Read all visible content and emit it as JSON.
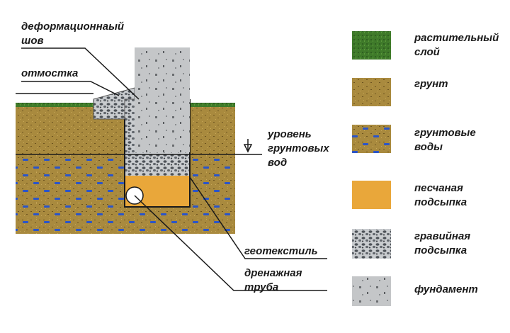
{
  "diagram_labels": {
    "expansion_joint": [
      "деформационнаый",
      "шов"
    ],
    "blind_area": [
      "отмостка"
    ],
    "groundwater_level": [
      "уровень",
      "грунтовых",
      "вод"
    ],
    "geotextile": [
      "геотекстиль"
    ],
    "drain_pipe": [
      "дренажная",
      "труба"
    ]
  },
  "legend": [
    {
      "key": "vegetation",
      "label": [
        "растительный",
        "слой"
      ]
    },
    {
      "key": "soil",
      "label": [
        "грунт"
      ]
    },
    {
      "key": "groundwater_soil",
      "label": [
        "грунтовые",
        "воды"
      ]
    },
    {
      "key": "sand",
      "label": [
        "песчаная",
        "подсыпка"
      ]
    },
    {
      "key": "gravel",
      "label": [
        "гравийная",
        "подсыпка"
      ]
    },
    {
      "key": "foundation",
      "label": [
        "фундамент"
      ]
    }
  ],
  "colors": {
    "vegetation": "#3f7a2a",
    "soil": "#a98a3e",
    "soil_speck": "#6d5420",
    "water_dash": "#2b55c8",
    "sand": "#e9a73a",
    "gravel_bg": "#c9cccf",
    "gravel_stone": "#4d5258",
    "foundation": "#c4c6c8",
    "foundation_speck": "#6a6d70",
    "line": "#1a1a1a"
  }
}
